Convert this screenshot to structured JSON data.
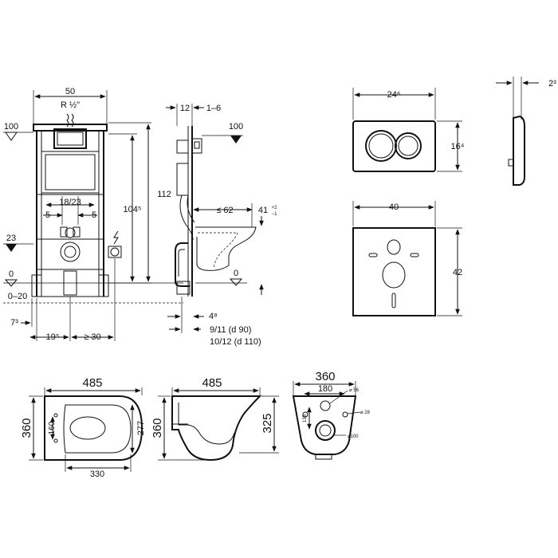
{
  "front_view": {
    "width": "50",
    "thread": "R ½\"",
    "level_top": "100",
    "height_total": "112",
    "height_inner": "104⁵",
    "pipe_spacing": "18/23",
    "offset_left": "5",
    "offset_right": "5",
    "level_outlet": "23",
    "level_floor": "0",
    "floor_range": "0–20",
    "dim_left": "7³",
    "dim_mid": "19⁵",
    "dim_right": "≥ 30"
  },
  "side_view": {
    "depth": "12",
    "adjust": "1–6",
    "level_top": "100",
    "projection": "≤ 62",
    "tolerance": "41",
    "tolerance_plus": "+2",
    "tolerance_minus": "−1",
    "level_floor": "0",
    "dim_bottom": "4⁸",
    "pipe_d90": "9/11  (d 90)",
    "pipe_d110": "10/12 (d 110)"
  },
  "flush_plate": {
    "width": "24⁶",
    "height": "16⁴",
    "thickness": "2³"
  },
  "cover_plate": {
    "width": "40",
    "height": "42"
  },
  "bowl_top": {
    "length": "485",
    "width": "360",
    "hole_spacing": "160",
    "inner_width": "277",
    "base_length": "330"
  },
  "bowl_side": {
    "length": "485",
    "height": "360",
    "inner_height": "325"
  },
  "bowl_back": {
    "width": "360",
    "bolt_spacing": "180",
    "inlet_diameter": "⌀ 56",
    "bolt_diameter": "⌀ 28",
    "vertical_spacing": "135",
    "outlet_diameter": "⌀100"
  }
}
